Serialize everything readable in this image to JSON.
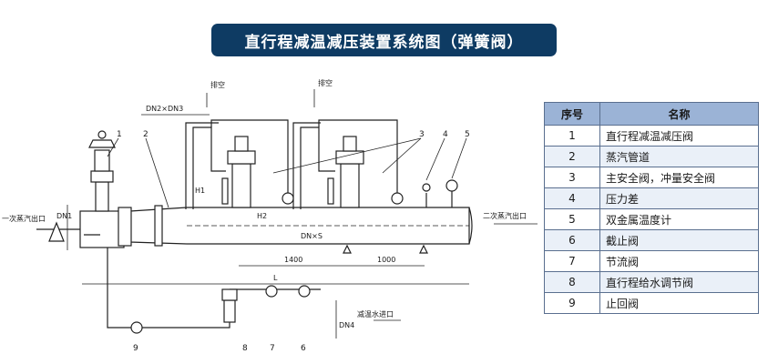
{
  "title": "直行程减温减压装置系统图（弹簧阀）",
  "legend": {
    "headers": [
      "序号",
      "名称"
    ],
    "rows": [
      {
        "no": "1",
        "name": "直行程减温减压阀"
      },
      {
        "no": "2",
        "name": "蒸汽管道"
      },
      {
        "no": "3",
        "name": "主安全阀，冲量安全阀"
      },
      {
        "no": "4",
        "name": "压力差"
      },
      {
        "no": "5",
        "name": "双金属温度计"
      },
      {
        "no": "6",
        "name": "截止阀"
      },
      {
        "no": "7",
        "name": "节流阀"
      },
      {
        "no": "8",
        "name": "直行程给水调节阀"
      },
      {
        "no": "9",
        "name": "止回阀"
      }
    ]
  },
  "labels": {
    "exhaust": "排空",
    "exhaust2": "排空",
    "inlet": "一次蒸汽出口",
    "outlet": "二次蒸汽出口",
    "water_inlet": "减温水进口",
    "dn_span": "DN2×DN3",
    "dn1": "DN1",
    "dn4": "DN4",
    "dn5": "DN×S",
    "h1": "H1",
    "h2": "H2",
    "l": "L",
    "dim1": "1400",
    "dim2": "1000"
  },
  "callouts": [
    "1",
    "2",
    "3",
    "4",
    "5",
    "9",
    "8",
    "7",
    "6"
  ],
  "colors": {
    "title_bg": "#0e3b63",
    "table_header": "#9bb3d6",
    "table_alt": "#eaf0f8"
  }
}
